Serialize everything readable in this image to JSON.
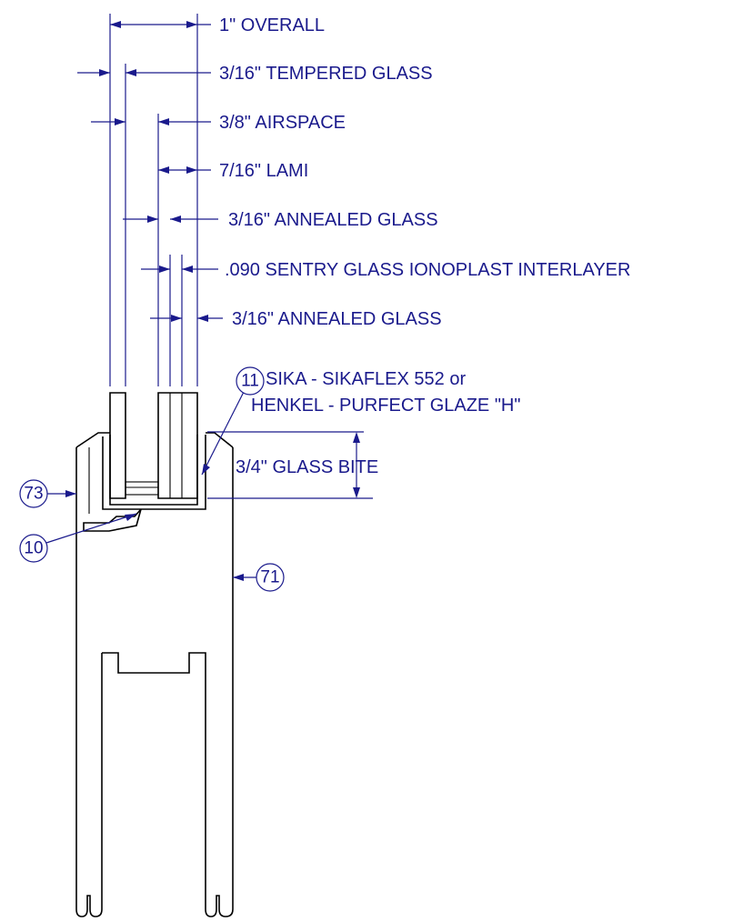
{
  "callouts": {
    "overall": "1\"  OVERALL",
    "tempered": "3/16\"  TEMPERED GLASS",
    "airspace": "3/8\"  AIRSPACE",
    "lami": "7/16\"  LAMI",
    "annealed_1": "3/16\"  ANNEALED GLASS",
    "interlayer": ".090  SENTRY GLASS IONOPLAST INTERLAYER",
    "annealed_2": "3/16\"  ANNEALED GLASS",
    "glass_bite": "3/4\"  GLASS BITE"
  },
  "sealant_note": {
    "line1": "SIKA - SIKAFLEX 552 or",
    "line2": "HENKEL - PURFECT GLAZE \"H\""
  },
  "bubbles": {
    "b11": "11",
    "b73": "73",
    "b10": "10",
    "b71": "71"
  },
  "colors": {
    "annotation": "#1a1a8c",
    "object": "#000000"
  }
}
